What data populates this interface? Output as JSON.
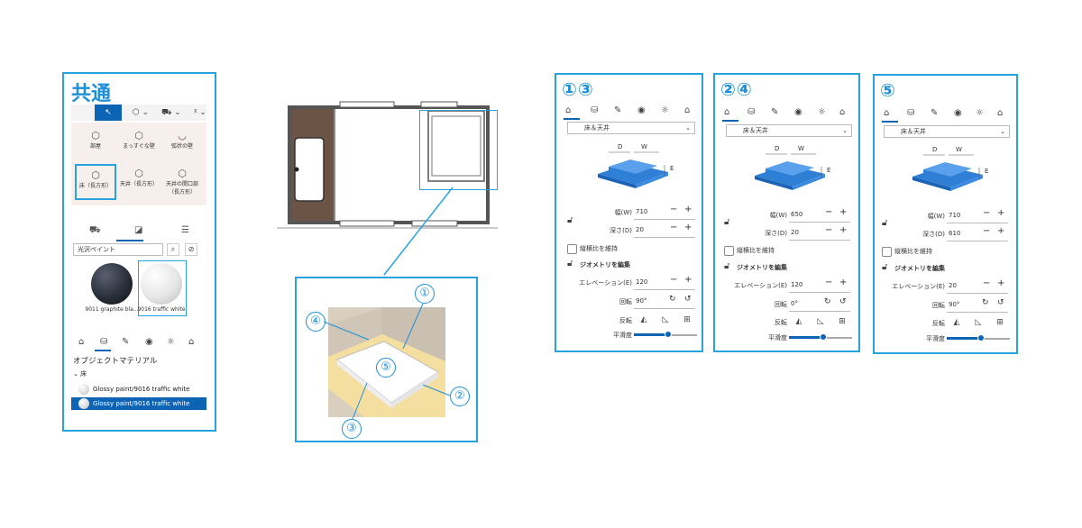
{
  "common": {
    "title": "共通",
    "toolbar": [
      "↖",
      "⬡ ⌄",
      "⛟ ⌄",
      "ᵡ ⌄"
    ],
    "tiles": [
      {
        "label": "部屋",
        "icon": "room-icon"
      },
      {
        "label": "まっすぐな壁",
        "icon": "wall-icon"
      },
      {
        "label": "弧状の壁",
        "icon": "arc-wall-icon"
      },
      {
        "label": "床（長方形）",
        "icon": "floor-icon"
      },
      {
        "label": "天井（長方形）",
        "icon": "ceiling-icon"
      },
      {
        "label": "天井の開口部（長方形）",
        "icon": "ceiling-opening-icon"
      }
    ],
    "material_select": "光沢ペイント",
    "materials": [
      {
        "label": "9011 graphite bla...",
        "color": "#2a2f3a"
      },
      {
        "label": "9016 traffic white",
        "color": "#f4f4f4"
      }
    ],
    "object_material_title": "オブジェクトマテリアル",
    "group": "床",
    "rows": [
      "Glossy paint/9016 traffic white",
      "Glossy paint/9016 traffic white"
    ]
  },
  "panels": [
    {
      "num": "①③",
      "type": "床＆天井",
      "w": "710",
      "d": "20",
      "keep": "縦横比を維持",
      "geom": "ジオメトリを編集",
      "elev": "120",
      "rot": "90°",
      "flip": "反転",
      "smooth": "平滑度",
      "wlabel": "幅(W)",
      "dlabel": "深さ(D)",
      "elabel": "エレベーション(E)",
      "rlabel": "回転"
    },
    {
      "num": "②④",
      "type": "床＆天井",
      "w": "650",
      "d": "20",
      "keep": "縦横比を維持",
      "geom": "ジオメトリを編集",
      "elev": "120",
      "rot": "0°",
      "flip": "反転",
      "smooth": "平滑度",
      "wlabel": "幅(W)",
      "dlabel": "深さ(D)",
      "elabel": "エレベーション(E)",
      "rlabel": "回転"
    },
    {
      "num": "⑤",
      "type": "床＆天井",
      "w": "710",
      "d": "610",
      "keep": "縦横比を維持",
      "geom": "ジオメトリを編集",
      "elev": "20",
      "rot": "90°",
      "flip": "反転",
      "smooth": "平滑度",
      "wlabel": "幅(W)",
      "dlabel": "深さ(D)",
      "elabel": "エレベーション(E)",
      "rlabel": "回転"
    }
  ],
  "callouts": [
    "①",
    "②",
    "③",
    "④",
    "⑤"
  ],
  "dims": {
    "d": "D",
    "w": "W",
    "e": "E"
  },
  "colors": {
    "accent": "#29a3e0",
    "brand": "#0e64b4",
    "box3d": "#4a90e2"
  }
}
